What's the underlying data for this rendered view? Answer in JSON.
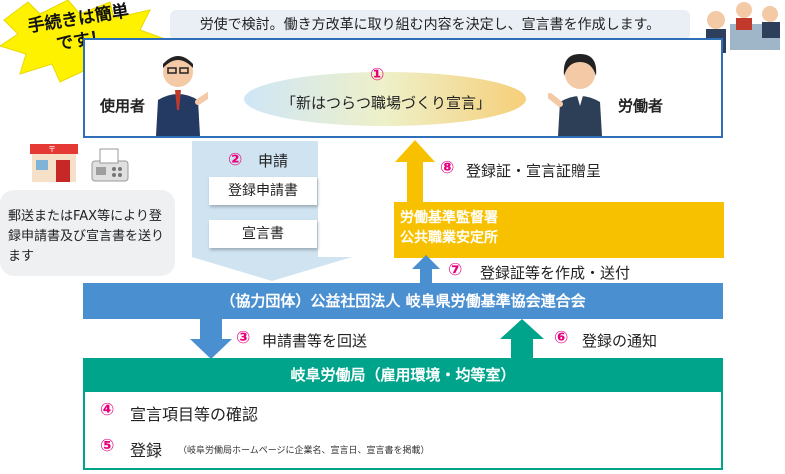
{
  "badge": {
    "text_line1": "手続きは簡単",
    "text_line2": "です！"
  },
  "top_bubble": {
    "text": "労使で検討。働き方改革に取り組む内容を決定し、宣言書を作成します。"
  },
  "parties": {
    "employer": "使用者",
    "worker": "労働者"
  },
  "step1": {
    "number": "①",
    "label": "「新はつらつ職場づくり宣言」"
  },
  "left_bubble": {
    "text": "郵送またはFAX等により登録申請書及び宣言書を送ります"
  },
  "step2": {
    "number": "②",
    "label": "申請",
    "docs": [
      "登録申請書",
      "宣言書"
    ]
  },
  "step8": {
    "number": "⑧",
    "label": "登録証・宣言証贈呈"
  },
  "labor_office": {
    "line1": "労働基準監督署",
    "line2": "公共職業安定所"
  },
  "step7": {
    "number": "⑦",
    "label": "登録証等を作成・送付"
  },
  "association": {
    "label": "（協力団体）公益社団法人 岐阜県労働基準協会連合会"
  },
  "step3": {
    "number": "③",
    "label": "申請書等を回送"
  },
  "step6": {
    "number": "⑥",
    "label": "登録の通知"
  },
  "bureau": {
    "label": "岐阜労働局（雇用環境・均等室）"
  },
  "step4": {
    "number": "④",
    "label": "宣言項目等の確認"
  },
  "step5": {
    "number": "⑤",
    "label": "登録",
    "note": "（岐阜労働局ホームページに企業名、宣言日、宣言書を掲載）"
  },
  "colors": {
    "primary_blue": "#2f6fb8",
    "assoc_blue": "#4a8fd0",
    "teal": "#00a48b",
    "yellow": "#f8c100",
    "number_magenta": "#e6007e"
  },
  "icons": [
    "starburst-badge",
    "meeting-icon",
    "employer-figure",
    "worker-figure",
    "post-office-icon",
    "fax-icon"
  ]
}
